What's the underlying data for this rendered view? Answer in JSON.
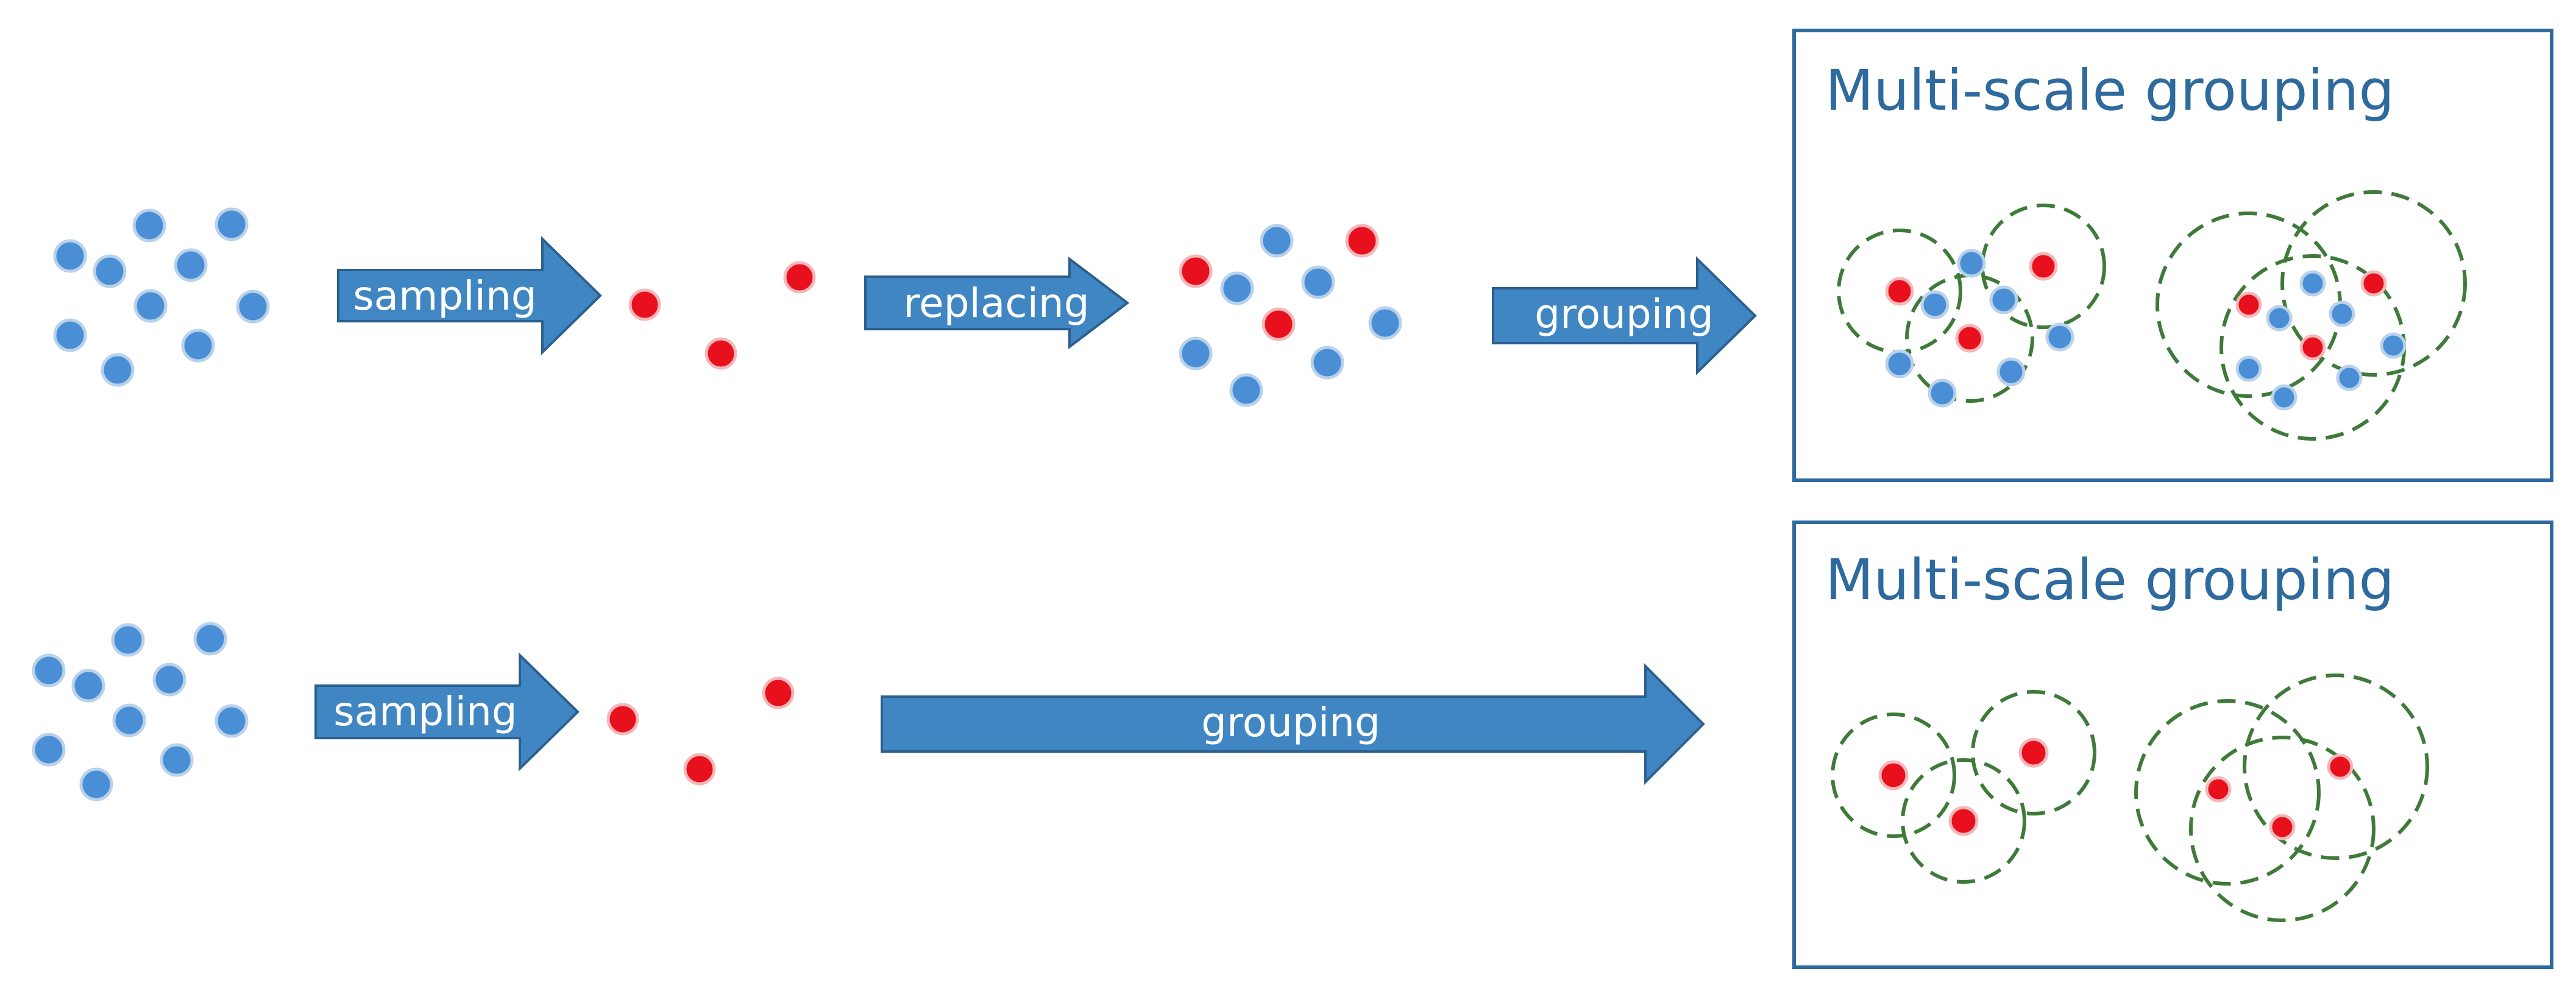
{
  "colors": {
    "point_blue": "#4a8fd6",
    "point_blue_stroke": "#b9d2ea",
    "point_red": "#e8101c",
    "point_red_stroke": "#f4b8bb",
    "arrow_fill": "#3f86c2",
    "arrow_stroke": "#2c5f8e",
    "panel_border": "#2e6a9e",
    "circle_stroke": "#3f7a3a"
  },
  "top_row": {
    "arrow_sampling": {
      "label": "sampling"
    },
    "arrow_replacing": {
      "label": "replacing"
    },
    "arrow_grouping": {
      "label": "grouping"
    },
    "panel": {
      "title": "Multi-scale grouping"
    }
  },
  "bottom_row": {
    "arrow_sampling": {
      "label": "sampling"
    },
    "arrow_grouping": {
      "label": "grouping"
    },
    "panel": {
      "title": "Multi-scale grouping"
    }
  }
}
